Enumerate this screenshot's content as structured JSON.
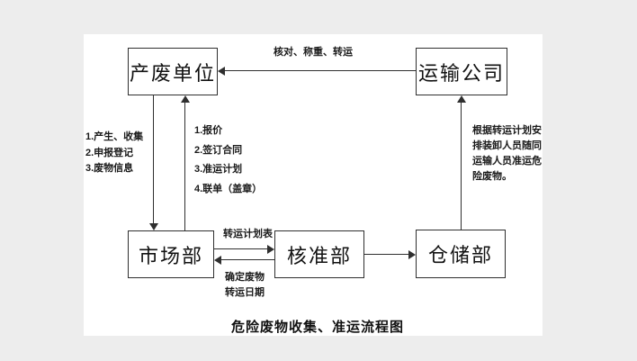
{
  "colors": {
    "background": "#ededed",
    "page": "#ffffff",
    "line": "#2f2f2f",
    "text": "#1f1f1f"
  },
  "title": "危险废物收集、准运流程图",
  "nodes": {
    "producer": "产废单位",
    "transport": "运输公司",
    "market": "市场部",
    "approval": "核准部",
    "warehouse": "仓储部"
  },
  "labels": {
    "transport_to_producer": "核对、称重、转运",
    "producer_to_market": [
      "1.产生、收集",
      "2.申报登记",
      "3.废物信息"
    ],
    "market_to_producer": [
      "1.报价",
      "2.签订合同",
      "3.准运计划",
      "4.联单（盖章）"
    ],
    "warehouse_to_transport": [
      "根据转运计划安",
      "排装卸人员随同",
      "运输人员准运危",
      "险废物。"
    ],
    "market_to_approval": "转运计划表",
    "approval_to_market": [
      "确定废物",
      "转运日期"
    ]
  }
}
